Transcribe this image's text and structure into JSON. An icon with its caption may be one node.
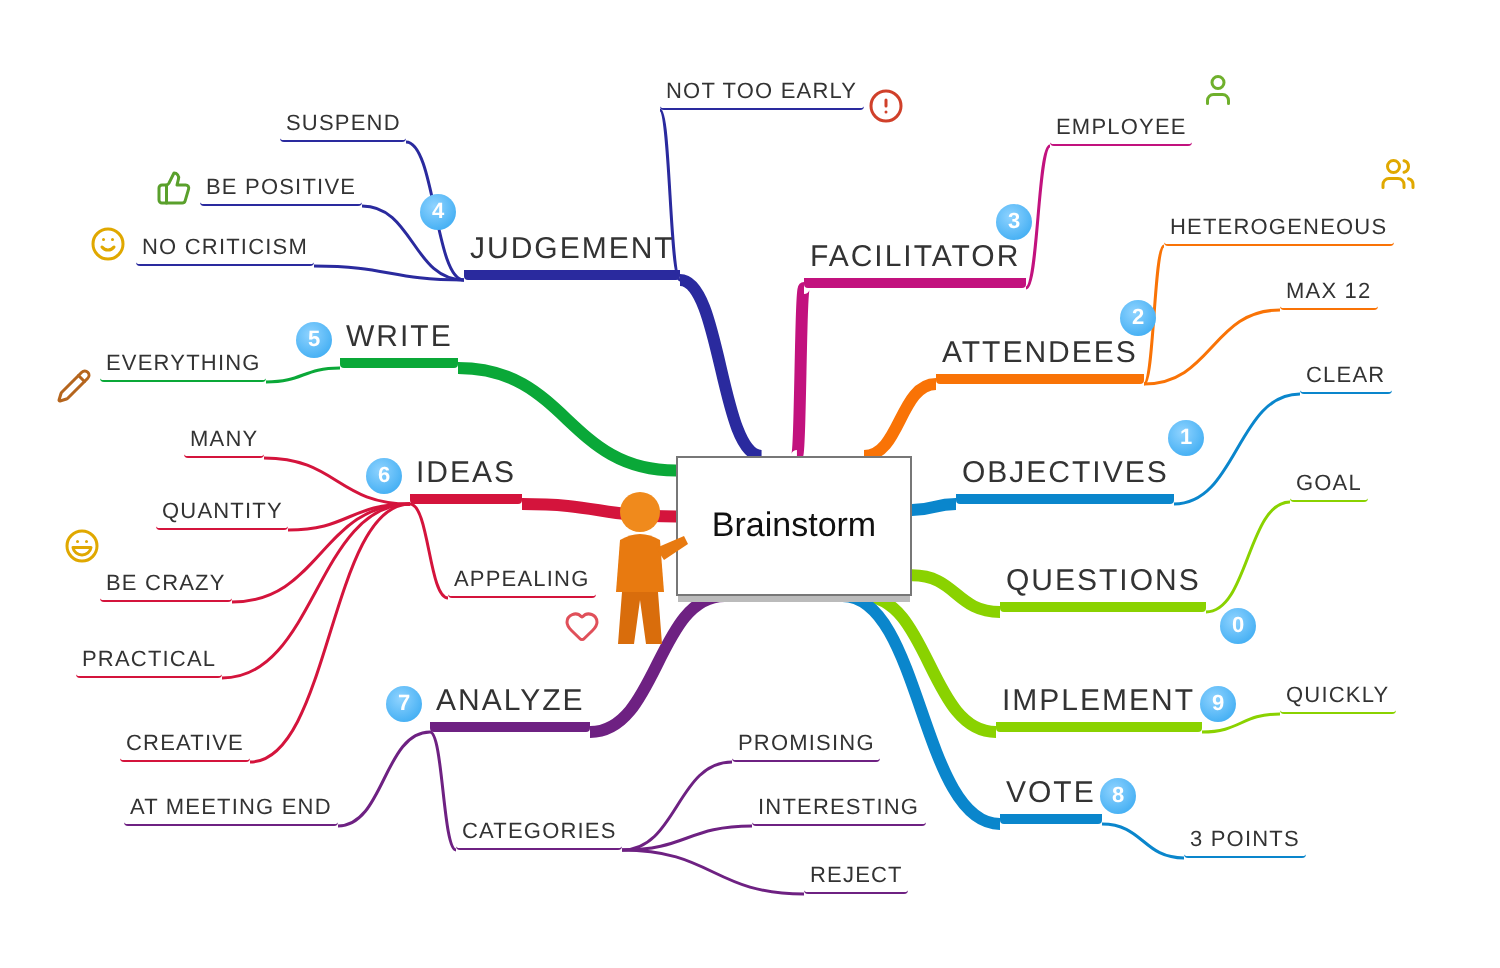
{
  "diagram": {
    "nodes": [
      {
        "text": [
          "Brainstorm"
        ]
      },
      {
        "text": [
          "JUDGEMENT"
        ],
        "beside": [
          "4"
        ]
      },
      {
        "text": [
          "NOT TOO EARLY"
        ]
      },
      {
        "text": [
          "SUSPEND"
        ]
      },
      {
        "text": [
          "BE POSITIVE"
        ]
      },
      {
        "text": [
          "NO CRITICISM"
        ]
      },
      {
        "text": [
          "WRITE"
        ],
        "beside": [
          "5"
        ]
      },
      {
        "text": [
          "EVERYTHING"
        ]
      },
      {
        "text": [
          "IDEAS"
        ],
        "beside": [
          "6"
        ]
      },
      {
        "text": [
          "MANY"
        ]
      },
      {
        "text": [
          "QUANTITY"
        ]
      },
      {
        "text": [
          "BE CRAZY"
        ]
      },
      {
        "text": [
          "PRACTICAL"
        ]
      },
      {
        "text": [
          "CREATIVE"
        ]
      },
      {
        "text": [
          "APPEALING"
        ]
      },
      {
        "text": [
          "ANALYZE"
        ],
        "beside": [
          "7"
        ]
      },
      {
        "text": [
          "AT MEETING END"
        ]
      },
      {
        "text": [
          "CATEGORIES"
        ]
      },
      {
        "text": [
          "PROMISING"
        ]
      },
      {
        "text": [
          "INTERESTING"
        ]
      },
      {
        "text": [
          "REJECT"
        ]
      },
      {
        "text": [
          "FACILITATOR"
        ],
        "beside": [
          "3"
        ]
      },
      {
        "text": [
          "EMPLOYEE"
        ]
      },
      {
        "text": [
          "ATTENDEES"
        ],
        "beside": [
          "2"
        ]
      },
      {
        "text": [
          "HETEROGENEOUS"
        ]
      },
      {
        "text": [
          "MAX 12"
        ]
      },
      {
        "text": [
          "OBJECTIVES"
        ],
        "beside": [
          "1"
        ]
      },
      {
        "text": [
          "CLEAR"
        ]
      },
      {
        "text": [
          "QUESTIONS"
        ],
        "beside": [
          "0"
        ]
      },
      {
        "text": [
          "GOAL"
        ]
      },
      {
        "text": [
          "IMPLEMENT"
        ],
        "beside": [
          "9"
        ]
      },
      {
        "text": [
          "QUICKLY"
        ]
      },
      {
        "text": [
          "VOTE"
        ],
        "beside": [
          "8"
        ]
      },
      {
        "text": [
          "3 POINTS"
        ]
      }
    ],
    "edges": [
      {
        "from": 0,
        "to": 1,
        "arrow": "none",
        "style": "thick",
        "color": "#2a2a9e"
      },
      {
        "from": 1,
        "to": 2,
        "arrow": "none",
        "color": "#2a2a9e"
      },
      {
        "from": 1,
        "to": 3,
        "arrow": "none",
        "color": "#2a2a9e"
      },
      {
        "from": 1,
        "to": 4,
        "arrow": "none",
        "color": "#2a2a9e"
      },
      {
        "from": 1,
        "to": 5,
        "arrow": "none",
        "color": "#2a2a9e"
      },
      {
        "from": 0,
        "to": 6,
        "arrow": "none",
        "style": "thick",
        "color": "#0aa838"
      },
      {
        "from": 6,
        "to": 7,
        "arrow": "none",
        "color": "#0aa838"
      },
      {
        "from": 0,
        "to": 8,
        "arrow": "none",
        "style": "thick",
        "color": "#d4143c"
      },
      {
        "from": 8,
        "to": 9,
        "arrow": "none",
        "color": "#d4143c"
      },
      {
        "from": 8,
        "to": 10,
        "arrow": "none",
        "color": "#d4143c"
      },
      {
        "from": 8,
        "to": 11,
        "arrow": "none",
        "color": "#d4143c"
      },
      {
        "from": 8,
        "to": 12,
        "arrow": "none",
        "color": "#d4143c"
      },
      {
        "from": 8,
        "to": 13,
        "arrow": "none",
        "color": "#d4143c"
      },
      {
        "from": 8,
        "to": 14,
        "arrow": "none",
        "color": "#d4143c"
      },
      {
        "from": 0,
        "to": 15,
        "arrow": "none",
        "style": "thick",
        "color": "#6e2182"
      },
      {
        "from": 15,
        "to": 16,
        "arrow": "none",
        "color": "#6e2182"
      },
      {
        "from": 15,
        "to": 17,
        "arrow": "none",
        "color": "#6e2182"
      },
      {
        "from": 17,
        "to": 18,
        "arrow": "none",
        "color": "#6e2182"
      },
      {
        "from": 17,
        "to": 19,
        "arrow": "none",
        "color": "#6e2182"
      },
      {
        "from": 17,
        "to": 20,
        "arrow": "none",
        "color": "#6e2182"
      },
      {
        "from": 0,
        "to": 21,
        "arrow": "none",
        "style": "thick",
        "color": "#c2127e"
      },
      {
        "from": 21,
        "to": 22,
        "arrow": "none",
        "color": "#c2127e"
      },
      {
        "from": 0,
        "to": 23,
        "arrow": "none",
        "style": "thick",
        "color": "#f97306"
      },
      {
        "from": 23,
        "to": 24,
        "arrow": "none",
        "color": "#f97306"
      },
      {
        "from": 23,
        "to": 25,
        "arrow": "none",
        "color": "#f97306"
      },
      {
        "from": 0,
        "to": 26,
        "arrow": "none",
        "style": "thick",
        "color": "#0a86cc"
      },
      {
        "from": 26,
        "to": 27,
        "arrow": "none",
        "color": "#0a86cc"
      },
      {
        "from": 0,
        "to": 28,
        "arrow": "none",
        "style": "thick",
        "color": "#8ad200"
      },
      {
        "from": 28,
        "to": 29,
        "arrow": "none",
        "color": "#8ad200"
      },
      {
        "from": 0,
        "to": 30,
        "arrow": "none",
        "style": "thick",
        "color": "#8ad200"
      },
      {
        "from": 30,
        "to": 31,
        "arrow": "none",
        "color": "#8ad200"
      },
      {
        "from": 0,
        "to": 32,
        "arrow": "none",
        "style": "thick",
        "color": "#0a86cc"
      },
      {
        "from": 32,
        "to": 33,
        "arrow": "none",
        "color": "#0a86cc"
      }
    ]
  }
}
